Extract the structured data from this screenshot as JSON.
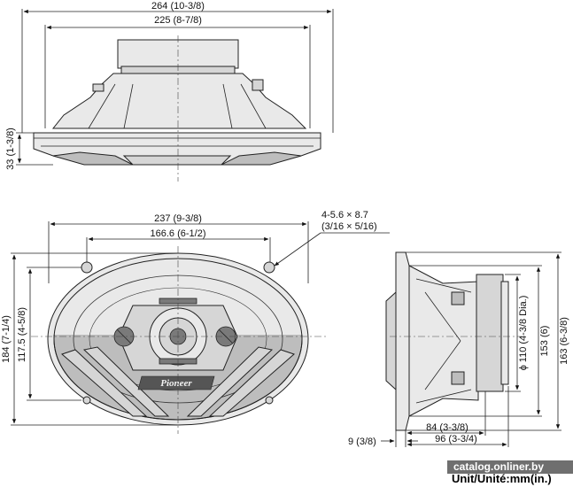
{
  "dimensions": {
    "top_overall_width": "264 (10-3/8)",
    "top_frame_width": "225 (8-7/8)",
    "side_height": "33 (1-3/8)",
    "front_width": "237 (9-3/8)",
    "front_mount_width": "166.6 (6-1/2)",
    "mount_holes_line1": "4-5.6 × 8.7",
    "mount_holes_line2": "(3/16 × 5/16)",
    "front_height": "184 (7-1/4)",
    "front_mount_height": "117.5 (4-5/8)",
    "magnet_diameter": "ϕ 110 (4-3/8 Dia.)",
    "depth_153": "153 (6)",
    "depth_163": "163 (6-3/8)",
    "flange": "9 (3/8)",
    "mount_depth_84": "84 (3-3/8)",
    "mount_depth_96": "96 (3-3/4)"
  },
  "brand_label": "Pioneer",
  "unit_label": "Unit/Unité:mm(in.)",
  "watermark": "catalog.onliner.by",
  "colors": {
    "body_light": "#e9e9e9",
    "body_mid": "#d6d6d6",
    "body_shade": "#bdbdbd",
    "watermark_bg": "#6f6f6f"
  }
}
